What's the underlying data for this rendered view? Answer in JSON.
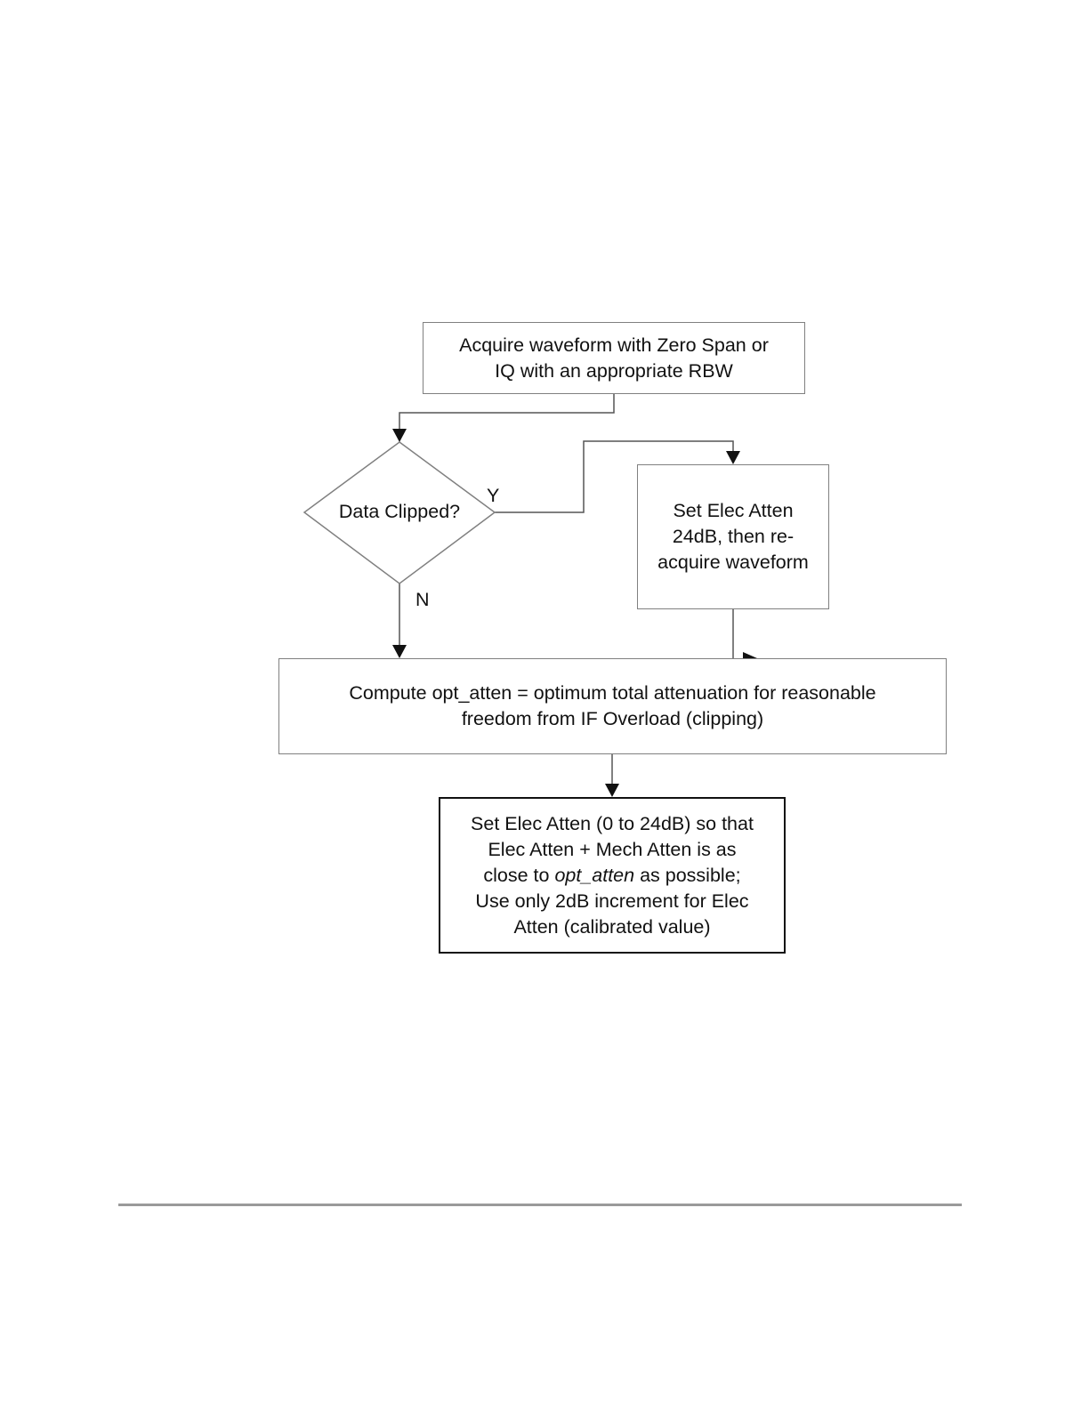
{
  "flowchart": {
    "acquire": {
      "lines": [
        "Acquire waveform with Zero Span or",
        "IQ with an appropriate RBW"
      ]
    },
    "decision": {
      "label": "Data Clipped?",
      "yes_label": "Y",
      "no_label": "N"
    },
    "set_elec_24": {
      "lines": [
        "Set Elec Atten",
        "24dB, then re-",
        "acquire waveform"
      ]
    },
    "compute": {
      "lines": [
        "Compute opt_atten = optimum total attenuation for reasonable",
        "freedom from IF Overload (clipping)"
      ]
    },
    "final": {
      "line1": "Set Elec Atten (0 to 24dB) so that",
      "line2": "Elec Atten + Mech Atten is as",
      "line3_pre": "close to ",
      "line3_em": "opt_atten",
      "line3_post": " as possible;",
      "line4": "Use only 2dB increment for Elec",
      "line5": "Atten (calibrated value)"
    }
  }
}
